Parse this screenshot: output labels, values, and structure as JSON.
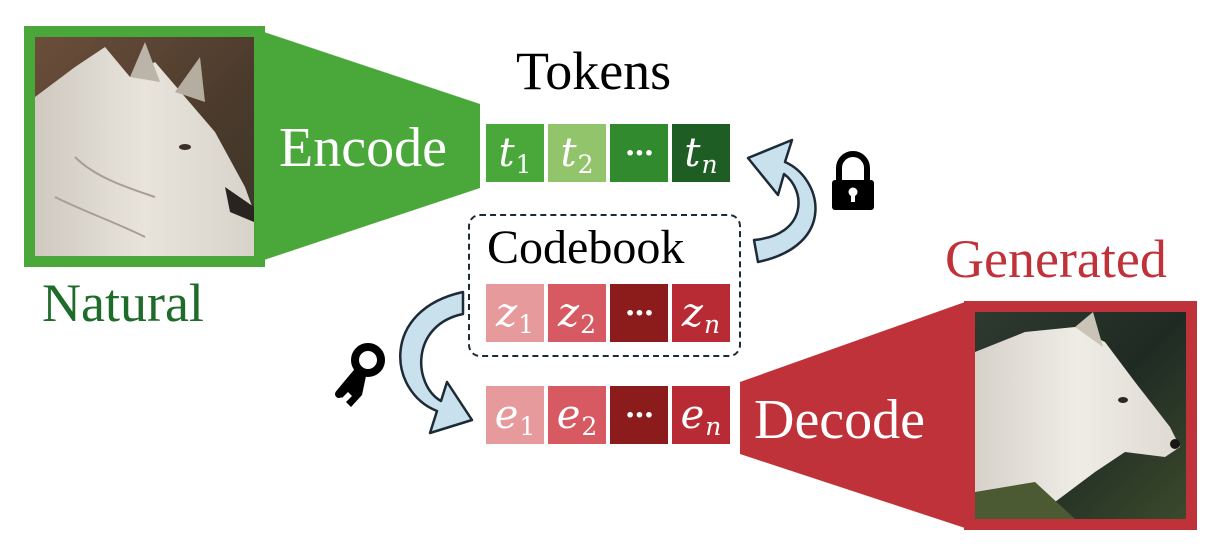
{
  "labels": {
    "tokens_title": "Tokens",
    "codebook_title": "Codebook",
    "encode": "Encode",
    "decode": "Decode",
    "natural": "Natural",
    "generated": "Generated"
  },
  "token_row": [
    {
      "symbol": "t",
      "sub": "1",
      "color": "#4aa83a"
    },
    {
      "symbol": "t",
      "sub": "2",
      "color": "#92c46c"
    },
    {
      "symbol": "···",
      "sub": "",
      "color": "#318a2d"
    },
    {
      "symbol": "t",
      "sub": "n",
      "color": "#1e5e24"
    }
  ],
  "codebook_row": [
    {
      "symbol": "z",
      "sub": "1",
      "color": "#e79a9c"
    },
    {
      "symbol": "z",
      "sub": "2",
      "color": "#d75962"
    },
    {
      "symbol": "···",
      "sub": "",
      "color": "#8c1c1c"
    },
    {
      "symbol": "z",
      "sub": "n",
      "color": "#b92b34"
    }
  ],
  "embedding_row": [
    {
      "symbol": "e",
      "sub": "1",
      "color": "#e79a9c"
    },
    {
      "symbol": "e",
      "sub": "2",
      "color": "#d75962"
    },
    {
      "symbol": "···",
      "sub": "",
      "color": "#8c1c1c"
    },
    {
      "symbol": "e",
      "sub": "n",
      "color": "#b92b34"
    }
  ],
  "icons": {
    "lock": "lock-icon",
    "key": "key-icon",
    "arrow_up": "curved-arrow-up-icon",
    "arrow_down": "curved-arrow-down-icon"
  },
  "colors": {
    "green": "#4aa83a",
    "dark_green": "#1e6b2a",
    "red": "#c0323a",
    "arrow_fill": "#c8e1ec",
    "arrow_stroke": "#1d2a38"
  }
}
